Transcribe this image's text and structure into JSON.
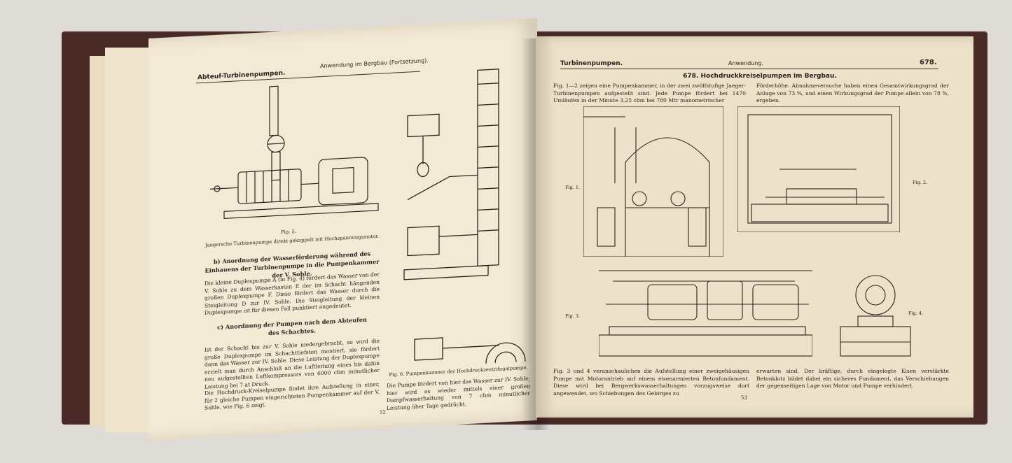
{
  "left_page": {
    "header_left": "Abteuf-Turbinenpumpen.",
    "header_center": "Anwendung im Bergbau (Fortsetzung).",
    "fig5_label": "Fig. 5.",
    "fig5_caption": "Jaegersche Turbinenpumpe direkt gekuppelt mit Hochspannungsmotor.",
    "section_b_title": "b) Anordnung der Wasserförderung während des Einbauens der Turbinenpumpe in die Pumpenkammer der V. Sohle.",
    "section_b_text": "Die kleine Duplexpumpe A (in Fig. 4) fördert das Wasser von der V. Sohle zu dem Wasserkasten E der im Schacht hängenden großen Duplexpumpe F. Diese fördert das Wasser durch die Steigleitung D zur IV. Sohle. Die Steigleitung der kleinen Duplexpumpe ist für diesen Fall punktiert angedeutet.",
    "section_c_title": "c) Anordnung der Pumpen nach dem Abteufen des Schachtes.",
    "section_c_text1": "Ist der Schacht bis zur V. Sohle niedergebracht, so wird die große Duplexpumpe im Schachttiefsten montiert, sie fördert dann das Wasser zur IV. Sohle. Diese Leistung der Duplexpumpe erzielt man durch Anschluß an die Luftleitung eines bis dahin neu aufgestellten Luftkompressors von 6000 cbm minutlicher Leistung bei 7 at Druck.",
    "section_c_text2": "Die Hochdruck-Kreiselpumpe findet ihre Aufstellung in einer, für 2 gleiche Pumpen eingerichteten Pumpenkammer auf der V. Sohle, wie Fig. 6 zeigt.",
    "fig6_caption": "Fig. 6. Pumpenkammer der Hochdruckzentrifugalpumpe.",
    "fig6_text": "Die Pumpe fördert von hier das Wasser zur IV. Sohle; hier wird es wieder mittels einer großen Dampfwasserhaltung von 7 cbm minutlicher Leistung über Tage gedrückt.",
    "page_number": "52"
  },
  "right_page": {
    "header_left": "Turbinenpumpen.",
    "header_center": "Anwendung.",
    "header_right": "678.",
    "title": "678. Hochdruckkreiselpumpen im Bergbau.",
    "intro_text": "Fig. 1—2 zeigen eine Pumpenkammer, in der zwei zwölfstufige Jaeger-Turbinenpumpen aufgestellt sind. Jede Pumpe fördert bei 1470 Umläufen in der Minute 3,25 cbm bei 780 Mtr manometrischer",
    "intro_text_right": "Förderhöhe. Abnahmeversuche haben einen Gesamtwirkungsgrad der Anlage von 73 %, und einen Wirkungsgrad der Pumpe allein von 78 %, ergeben.",
    "fig1": "Fig. 1.",
    "fig2": "Fig. 2.",
    "fig3": "Fig. 3.",
    "fig4": "Fig. 4.",
    "bottom_text_left": "Fig. 3 und 4 veranschaulichen die Aufstellung einer zweigehäusigen Pumpe mit Motorantrieb auf einem eisenarmierten Betonfundament. Diese wird bei Bergwerkswasserhaltungen vorzugsweise dort angewendet, wo Schiebungen des Gebirges zu",
    "bottom_text_right": "erwarten sind. Der kräftige, durch eingelegte Eisen verstärkte Betonklotz bildet dabei ein sicheres Fundament, das Verschiebungen der gegenseitigen Lage von Motor und Pumpe verhindert.",
    "page_number": "53"
  }
}
